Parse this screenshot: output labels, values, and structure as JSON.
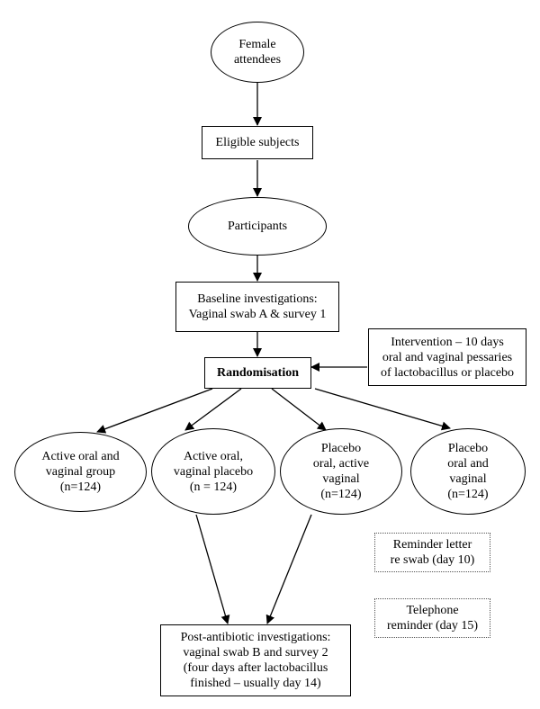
{
  "nodes": {
    "female_attendees": "Female\nattendees",
    "eligible_subjects": "Eligible subjects",
    "participants": "Participants",
    "baseline": "Baseline investigations:\nVaginal swab A & survey 1",
    "intervention": "Intervention – 10 days\noral and vaginal pessaries\nof lactobacillus or placebo",
    "randomisation": "Randomisation",
    "group_active_both": "Active oral and\nvaginal group\n(n=124)",
    "group_active_oral": "Active oral,\nvaginal placebo\n(n = 124)",
    "group_active_vaginal": "Placebo\noral, active\nvaginal\n(n=124)",
    "group_placebo_both": "Placebo\noral and\nvaginal\n(n=124)",
    "reminder_letter": "Reminder letter\nre swab (day 10)",
    "telephone_reminder": "Telephone\nreminder (day 15)",
    "post_antibiotic": "Post-antibiotic investigations:\nvaginal swab B and survey 2\n(four days after lactobacillus\nfinished – usually day 14)"
  }
}
